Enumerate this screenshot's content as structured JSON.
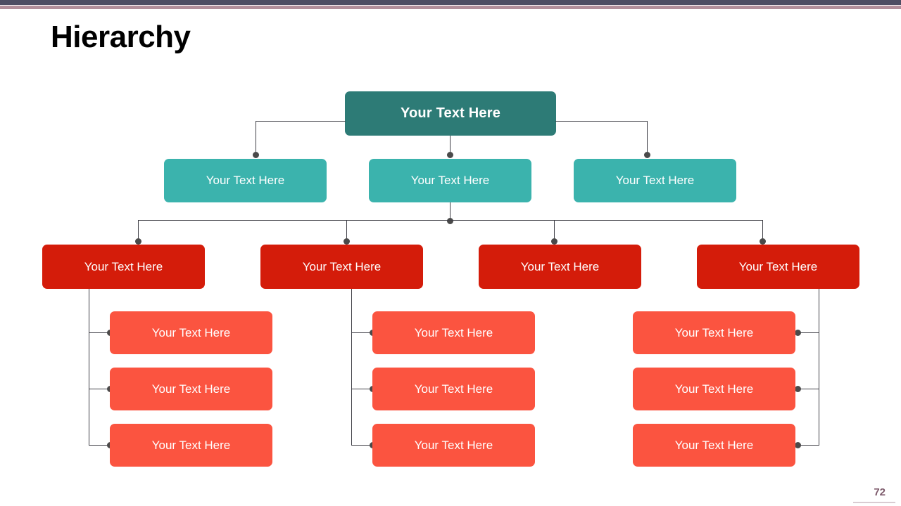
{
  "slide": {
    "title": "Hierarchy",
    "page_number": "72",
    "colors": {
      "topbar_dark": "#4d4d63",
      "topbar_mauve": "#b28f9b",
      "root": "#2d7b76",
      "level2": "#3bb3ad",
      "level3": "#d41c0a",
      "level4": "#fb5440",
      "connector": "#3f3f46",
      "page_number": "#7d5a6b"
    }
  },
  "hierarchy": {
    "root": {
      "label": "Your Text Here"
    },
    "level2": [
      {
        "label": "Your Text Here"
      },
      {
        "label": "Your Text Here"
      },
      {
        "label": "Your Text Here"
      }
    ],
    "level3": [
      {
        "label": "Your Text Here"
      },
      {
        "label": "Your Text Here"
      },
      {
        "label": "Your Text Here"
      },
      {
        "label": "Your Text Here"
      }
    ],
    "level4": {
      "column1": [
        {
          "label": "Your Text Here"
        },
        {
          "label": "Your Text Here"
        },
        {
          "label": "Your Text Here"
        }
      ],
      "column2": [
        {
          "label": "Your Text Here"
        },
        {
          "label": "Your Text Here"
        },
        {
          "label": "Your Text Here"
        }
      ],
      "column3": [
        {
          "label": "Your Text Here"
        },
        {
          "label": "Your Text Here"
        },
        {
          "label": "Your Text Here"
        }
      ]
    }
  }
}
